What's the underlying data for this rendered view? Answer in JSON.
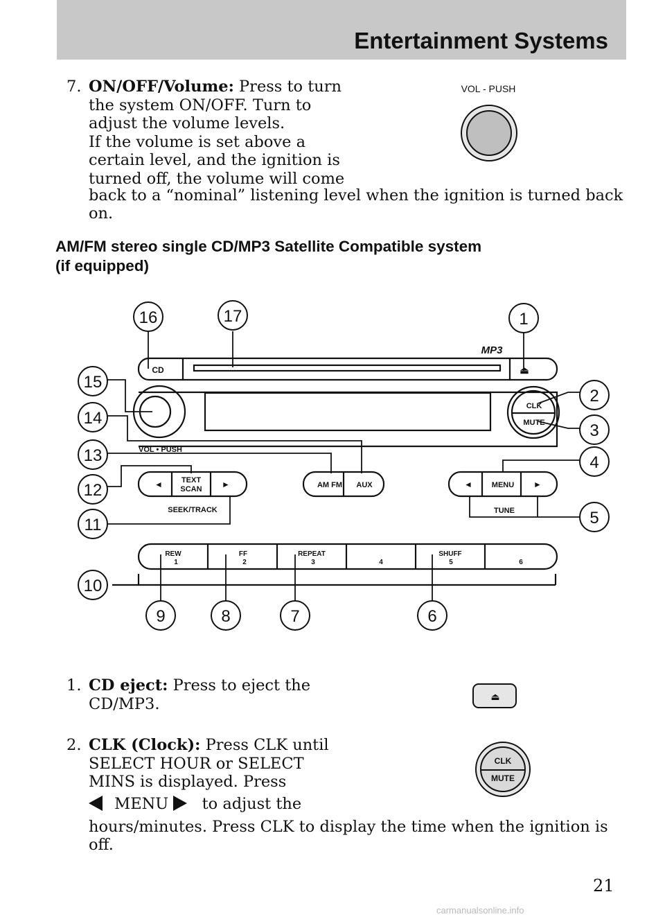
{
  "header": {
    "title": "Entertainment Systems"
  },
  "item7": {
    "number": "7.",
    "title": "ON/OFF/Volume:",
    "lines": [
      "Press to turn",
      "the system ON/OFF. Turn to",
      "adjust the volume levels.",
      "If the volume is set above a",
      "certain level, and the ignition is",
      "turned off, the volume will come",
      "back to a “nominal” listening level when the ignition is turned back",
      "on."
    ],
    "knob_label": "VOL - PUSH"
  },
  "section": {
    "heading_line1": "AM/FM stereo single CD/MP3 Satellite Compatible system",
    "heading_line2": "(if equipped)"
  },
  "diagram": {
    "callouts": [
      "1",
      "2",
      "3",
      "4",
      "5",
      "6",
      "7",
      "8",
      "9",
      "10",
      "11",
      "12",
      "13",
      "14",
      "15",
      "16",
      "17"
    ],
    "labels": {
      "cd": "CD",
      "mp3": "MP3",
      "eject": "⏏",
      "clk": "CLK",
      "mute": "MUTE",
      "vol_push": "VOL • PUSH",
      "text": "TEXT",
      "scan": "SCAN",
      "seek_track": "SEEK/TRACK",
      "amfm": "AM FM",
      "aux": "AUX",
      "menu": "MENU",
      "tune": "TUNE",
      "left_arrow": "◄",
      "right_arrow": "►",
      "presets": [
        {
          "top": "REW",
          "num": "1"
        },
        {
          "top": "FF",
          "num": "2"
        },
        {
          "top": "REPEAT",
          "num": "3"
        },
        {
          "top": "",
          "num": "4"
        },
        {
          "top": "SHUFF",
          "num": "5"
        },
        {
          "top": "",
          "num": "6"
        }
      ]
    }
  },
  "item1": {
    "number": "1.",
    "title": "CD eject:",
    "lines": [
      "Press to eject the",
      "CD/MP3."
    ]
  },
  "item2": {
    "number": "2.",
    "title": "CLK (Clock):",
    "lines": [
      "Press CLK until",
      "SELECT HOUR or SELECT",
      "MINS is displayed. Press"
    ],
    "menu_word": "MENU",
    "after_menu": "to adjust the",
    "tail_lines": [
      "hours/minutes. Press CLK to display the time when the ignition is",
      "off."
    ]
  },
  "page_number": "21",
  "footer": {
    "watermark": "carmanualsonline.info"
  }
}
